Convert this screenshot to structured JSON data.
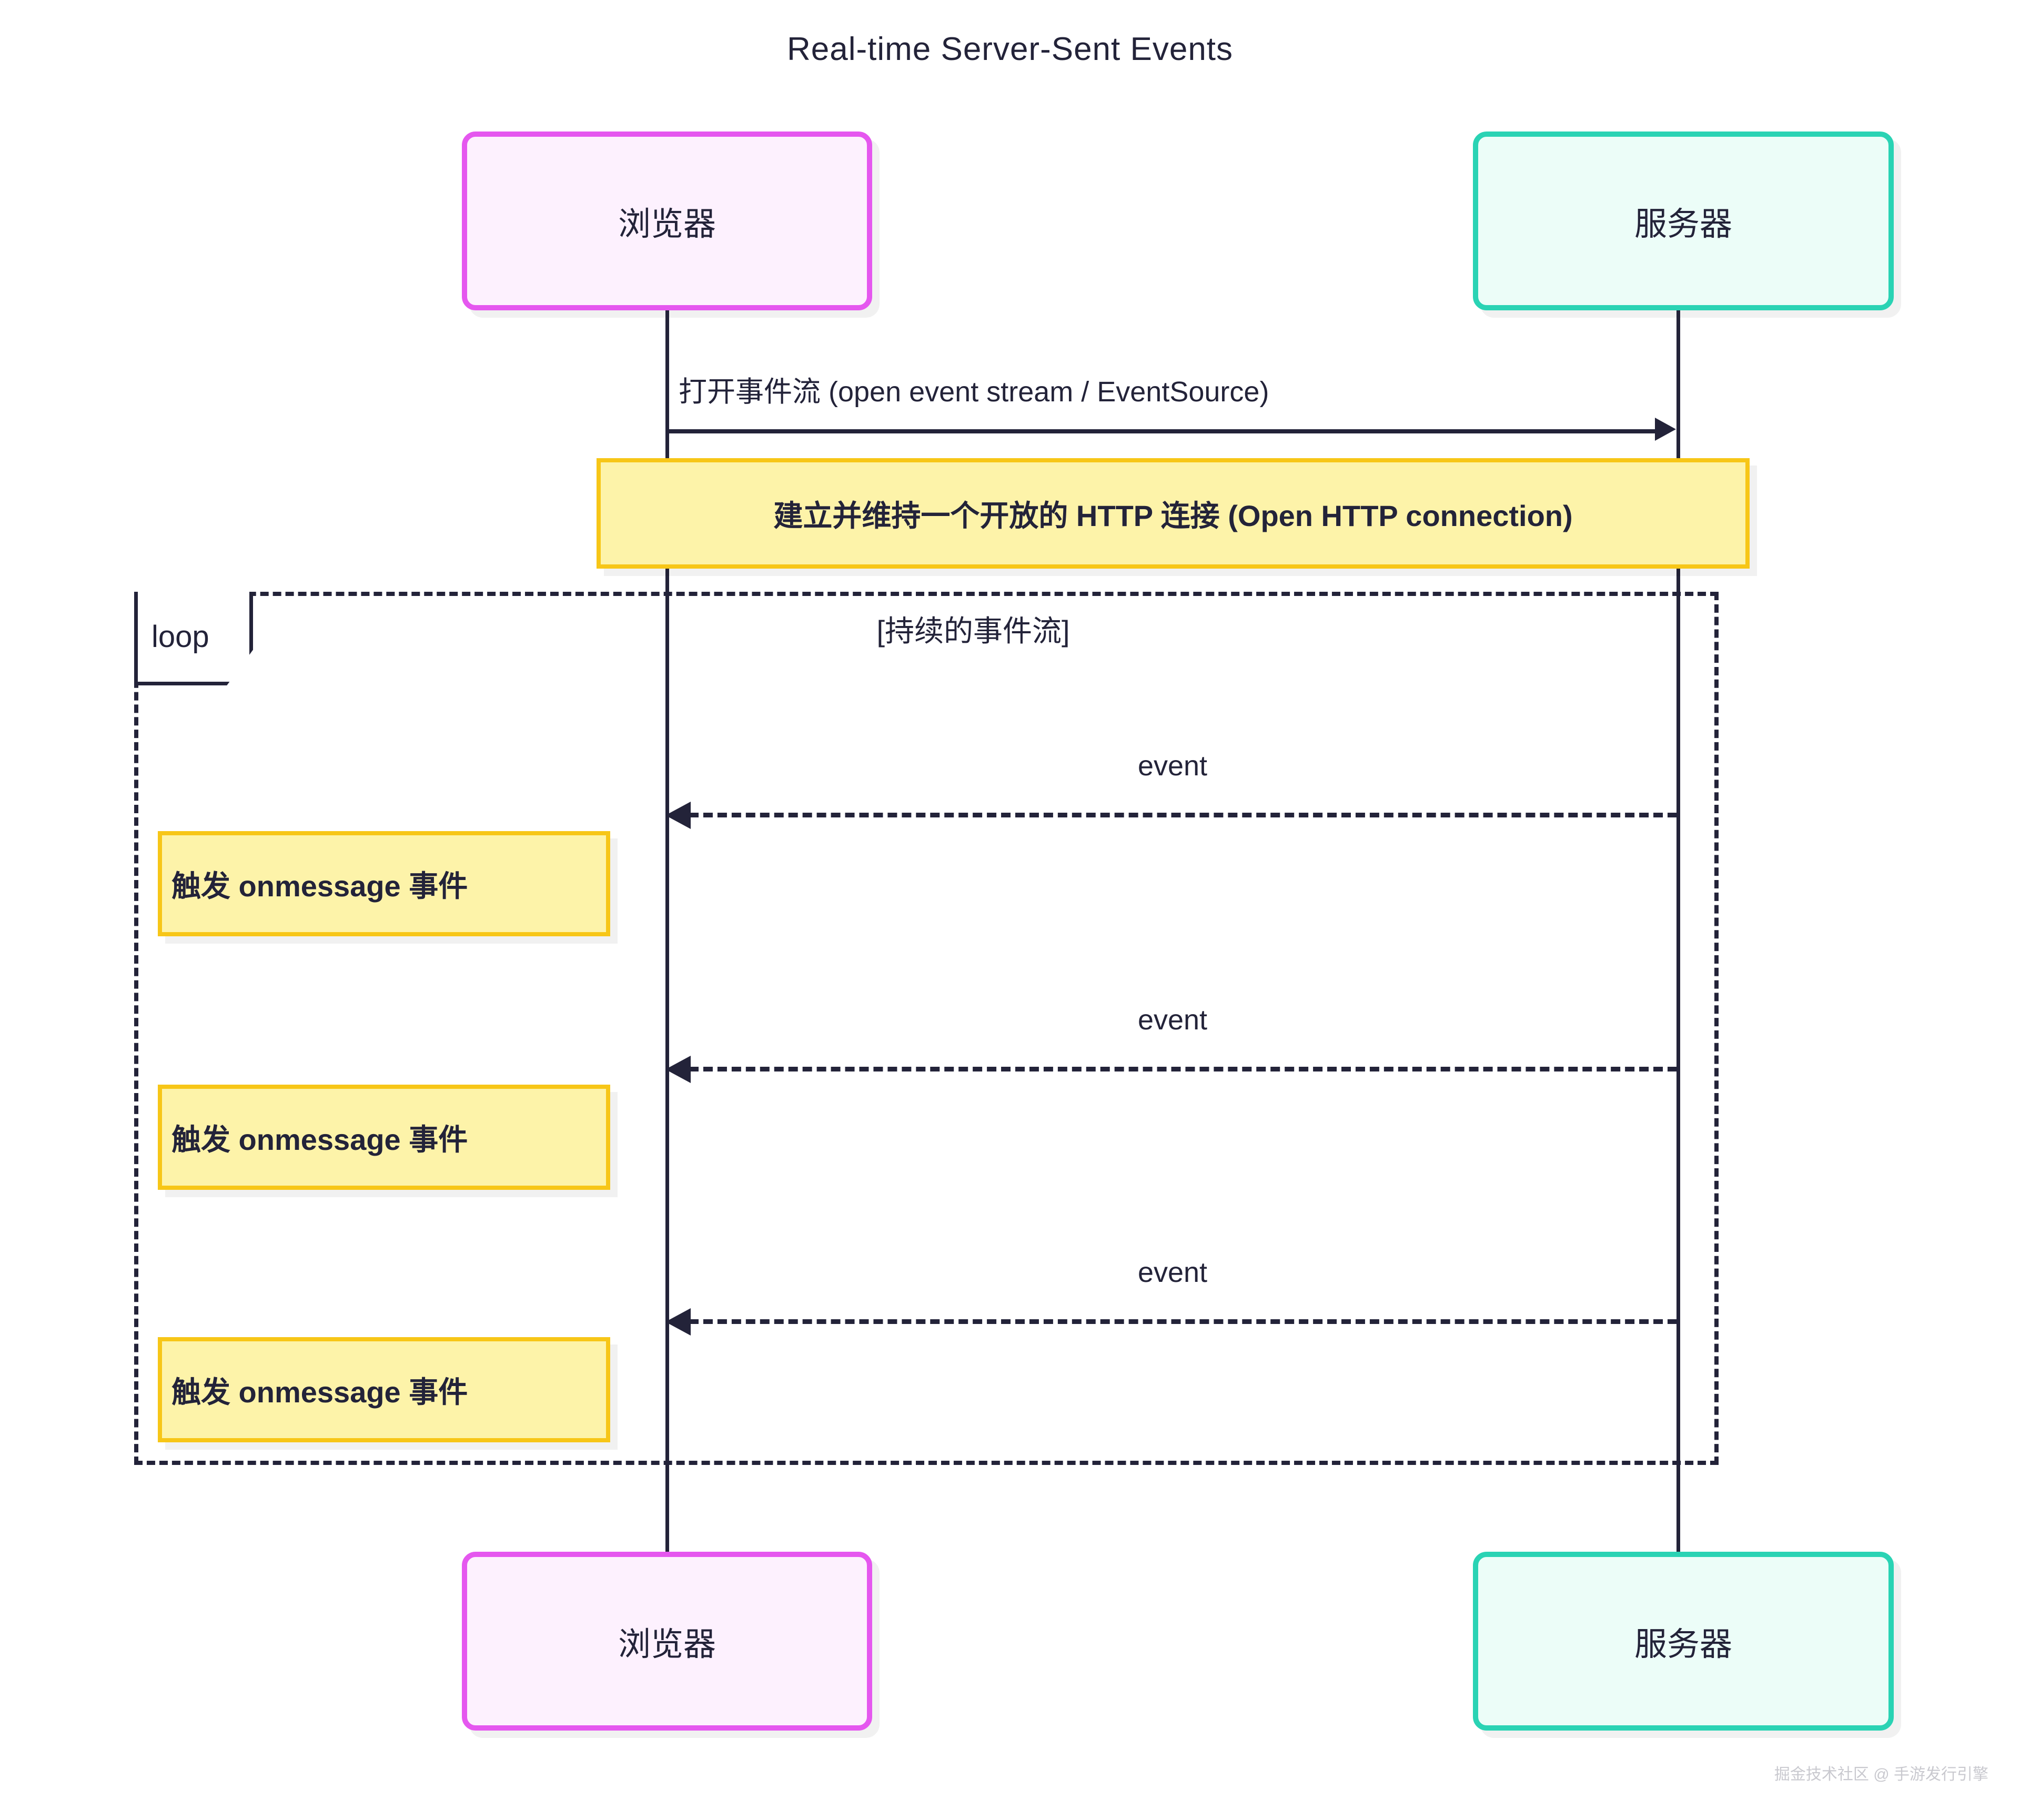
{
  "diagram": {
    "title": "Real-time Server-Sent Events",
    "type": "sequence-diagram",
    "colors": {
      "browser_border": "#e557ef",
      "browser_fill": "#fdf1fe",
      "server_border": "#2ad3b4",
      "server_fill": "#ecfdf8",
      "note_border": "#f7c617",
      "note_fill": "#fdf3a9",
      "ink": "#232339",
      "background": "#ffffff"
    }
  },
  "participants": [
    {
      "id": "browser",
      "label": "浏览器"
    },
    {
      "id": "server",
      "label": "服务器"
    }
  ],
  "messages": [
    {
      "id": "open-stream",
      "from": "browser",
      "to": "server",
      "label": "打开事件流 (open event stream / EventSource)",
      "style": "solid",
      "direction": "right"
    },
    {
      "id": "event-1",
      "from": "server",
      "to": "browser",
      "label": "event",
      "style": "dashed",
      "direction": "left"
    },
    {
      "id": "event-2",
      "from": "server",
      "to": "browser",
      "label": "event",
      "style": "dashed",
      "direction": "left"
    },
    {
      "id": "event-3",
      "from": "server",
      "to": "browser",
      "label": "event",
      "style": "dashed",
      "direction": "left"
    }
  ],
  "notes": [
    {
      "id": "connection-note",
      "over": [
        "browser",
        "server"
      ],
      "text": "建立并维持一个开放的 HTTP 连接 (Open HTTP connection)"
    },
    {
      "id": "onmessage-note-1",
      "over": [
        "browser"
      ],
      "text": "触发 onmessage 事件"
    },
    {
      "id": "onmessage-note-2",
      "over": [
        "browser"
      ],
      "text": "触发 onmessage 事件"
    },
    {
      "id": "onmessage-note-3",
      "over": [
        "browser"
      ],
      "text": "触发 onmessage 事件"
    }
  ],
  "fragment": {
    "kind": "loop",
    "tag_label": "loop",
    "condition": "[持续的事件流]"
  },
  "watermark": {
    "text": "掘金技术社区 @ 手游发行引擎"
  }
}
